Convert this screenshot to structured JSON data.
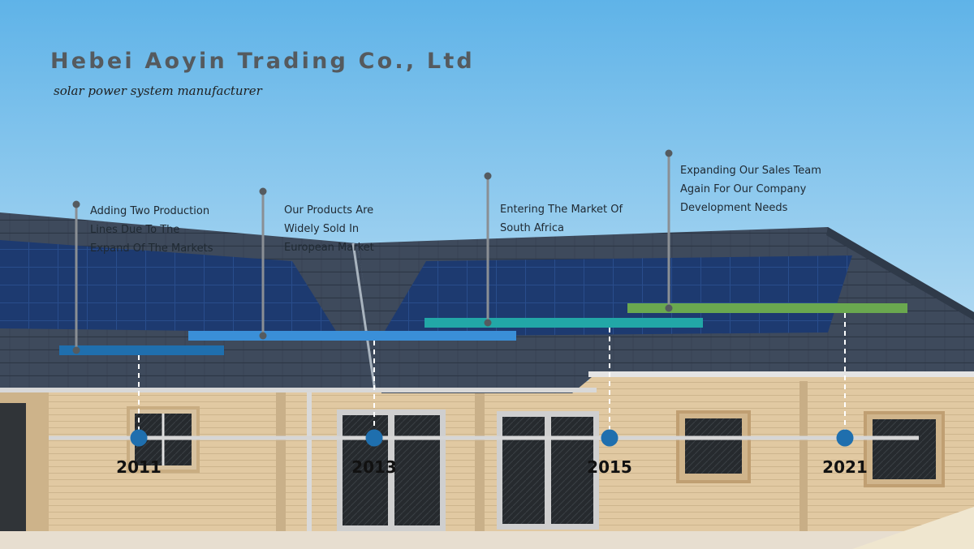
{
  "header": {
    "title": "Hebei Aoyin Trading Co., Ltd",
    "subtitle": "solar power system manufacturer"
  },
  "colors": {
    "sky_top": "#5fb3e8",
    "sky_bottom": "#cde6f4",
    "roof": "#3e4a5c",
    "panel": "#1d3a70",
    "wall": "#e1c9a2",
    "timeline_line": "#d6d6d6",
    "node": "#1f6fae",
    "bar_2011": "#1f6fae",
    "bar_2013": "#3a8fd8",
    "bar_2015": "#22a7a7",
    "bar_2021": "#6aa84f"
  },
  "timeline": [
    {
      "year": "2011",
      "lines": [
        "Adding Two Production",
        "Lines Due To The",
        "Expand Of The Markets"
      ]
    },
    {
      "year": "2013",
      "lines": [
        "Our Products Are",
        "Widely Sold In",
        "European Market"
      ]
    },
    {
      "year": "2015",
      "lines": [
        "Entering The Market Of",
        "South Africa"
      ]
    },
    {
      "year": "2021",
      "lines": [
        "Expanding Our Sales Team",
        "Again For Our Company",
        "Development Needs"
      ]
    }
  ]
}
